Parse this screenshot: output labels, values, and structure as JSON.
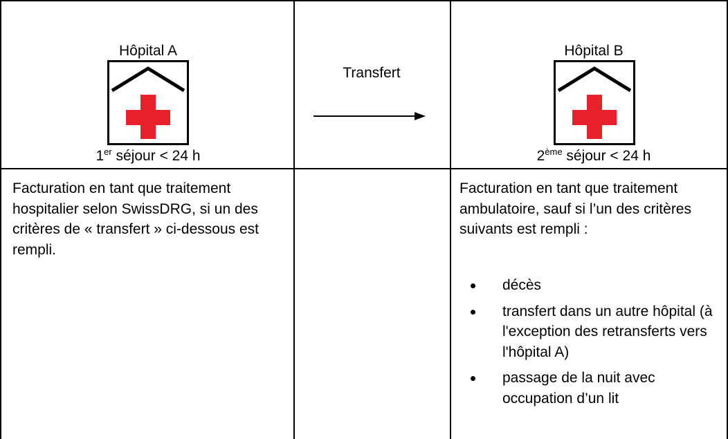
{
  "hospital_a": {
    "name": "Hôpital A",
    "icon": "hospital-icon",
    "stay_number": "1",
    "stay_suffix": "er",
    "stay_text": " séjour < 24 h"
  },
  "transfer": {
    "label": "Transfert",
    "arrow_icon": "right-arrow-icon"
  },
  "hospital_b": {
    "name": "Hôpital B",
    "icon": "hospital-icon",
    "stay_number": "2",
    "stay_suffix": "ème",
    "stay_text": " séjour < 24 h"
  },
  "billing_a": {
    "text": "Facturation en tant que traitement hospitalier selon SwissDRG, si un des critères de « transfert » ci-dessous est rempli."
  },
  "billing_b": {
    "intro": "Facturation en tant que traitement ambulatoire, sauf si l’un des critères suivants est rempli :",
    "criteria": [
      "décès",
      "transfert dans un autre hôpital (à l'exception des retransferts vers l'hôpital A)",
      "passage de la nuit avec occupation d’un lit"
    ]
  },
  "colors": {
    "cross": "#e8202a",
    "roof": "#000000",
    "border": "#000000"
  }
}
